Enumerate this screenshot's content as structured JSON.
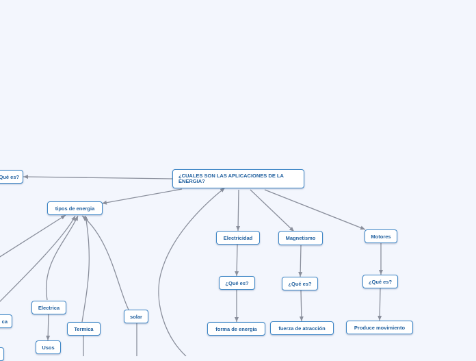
{
  "nodes": {
    "main": "¿CUALES SON LAS APLICACIONES DE LA ENERGIA?",
    "que_es_left": "¿Qué es?",
    "tipos": "tipos de energia",
    "electricidad": "Electricidad",
    "magnetismo": "Magnetismo",
    "motores": "Motores",
    "que_es_1": "¿Qué es?",
    "que_es_2": "¿Qué es?",
    "que_es_3": "¿Qué es?",
    "forma": "forma de energia",
    "fuerza": "fuerza de atracción",
    "produce": "Produce movimiento",
    "electrica": "Electrica",
    "usos": "Usos",
    "termica": "Termica",
    "solar": "solar",
    "ca_partial": "ca"
  },
  "colors": {
    "edge": "#8a8f9c",
    "border": "#3d86c6",
    "text": "#1f5f9e",
    "background": "#f3f6fd"
  }
}
